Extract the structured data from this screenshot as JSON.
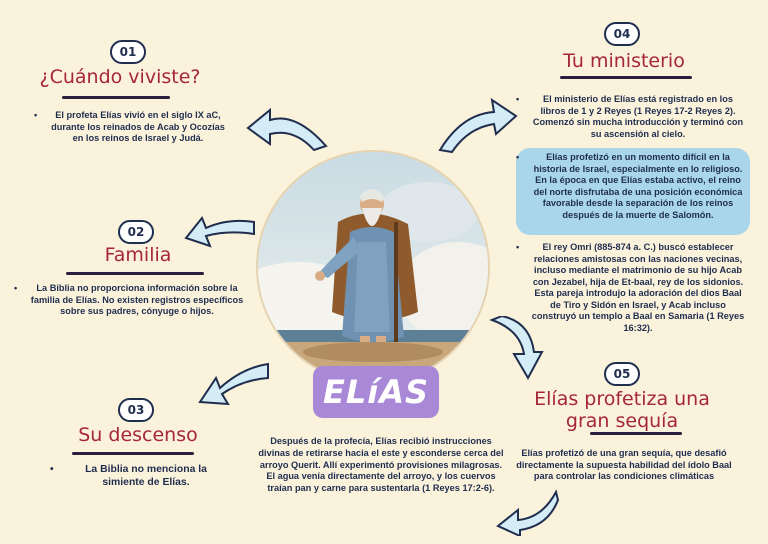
{
  "center": {
    "name": "ELíAS"
  },
  "sections": [
    {
      "number": "01",
      "title": "¿Cuándo viviste?",
      "text": "El profeta Elías vivió en el siglo IX aC, durante los reinados de Acab y Ocozías en los reinos de Israel y Judá."
    },
    {
      "number": "02",
      "title": "Familia",
      "text": "La Biblia no proporciona información sobre la familia de Elías. No existen registros específicos sobre sus padres, cónyuge o hijos."
    },
    {
      "number": "03",
      "title": "Su descenso",
      "text": "La Biblia no menciona la simiente de Elías."
    },
    {
      "number": "04",
      "title": "Tu ministerio",
      "text1": "El ministerio de Elías está registrado en los libros de 1 y 2 Reyes (1 Reyes 17-2 Reyes 2). Comenzó sin mucha introducción y terminó con su ascensión al cielo.",
      "text2": "Elías profetizó en un momento difícil en la historia de Israel, especialmente en lo religioso. En la época en que Elías estaba activo, el reino del norte disfrutaba de una posición económica favorable desde la separación de los reinos después de la muerte de Salomón.",
      "text3": "El rey Omri (885-874 a. C.) buscó establecer relaciones amistosas con las naciones vecinas, incluso mediante el matrimonio de su hijo Acab con Jezabel, hija de Et-baal, rey de los sidonios. Esta pareja introdujo la adoración del dios Baal de Tiro y Sidón en Israel, y Acab incluso construyó un templo a Baal en Samaria (1 Reyes 16:32)."
    },
    {
      "number": "05",
      "title": "Elías profetiza una gran sequía",
      "text": "Elías profetizó de una gran sequía, que desafió directamente la supuesta habilidad del ídolo Baal para controlar las condiciones climáticas"
    }
  ],
  "center_text": "Después de la profecía, Elías recibió instrucciones divinas de retirarse hacia el este y esconderse cerca del arroyo Querit. Allí experimentó provisiones milagrosas. El agua venía directamente del arroyo, y los cuervos traían pan y carne para sustentarla (1 Reyes 17:2-6).",
  "colors": {
    "background": "#fbf2dc",
    "title": "#a62639",
    "text": "#1f2d4e",
    "highlight_box": "#a9d6ea",
    "name_box": "#a988d8",
    "arrow_fill": "#d3ecf5"
  },
  "icons": [
    "curved-arrow-icon",
    "prophet-portrait"
  ]
}
